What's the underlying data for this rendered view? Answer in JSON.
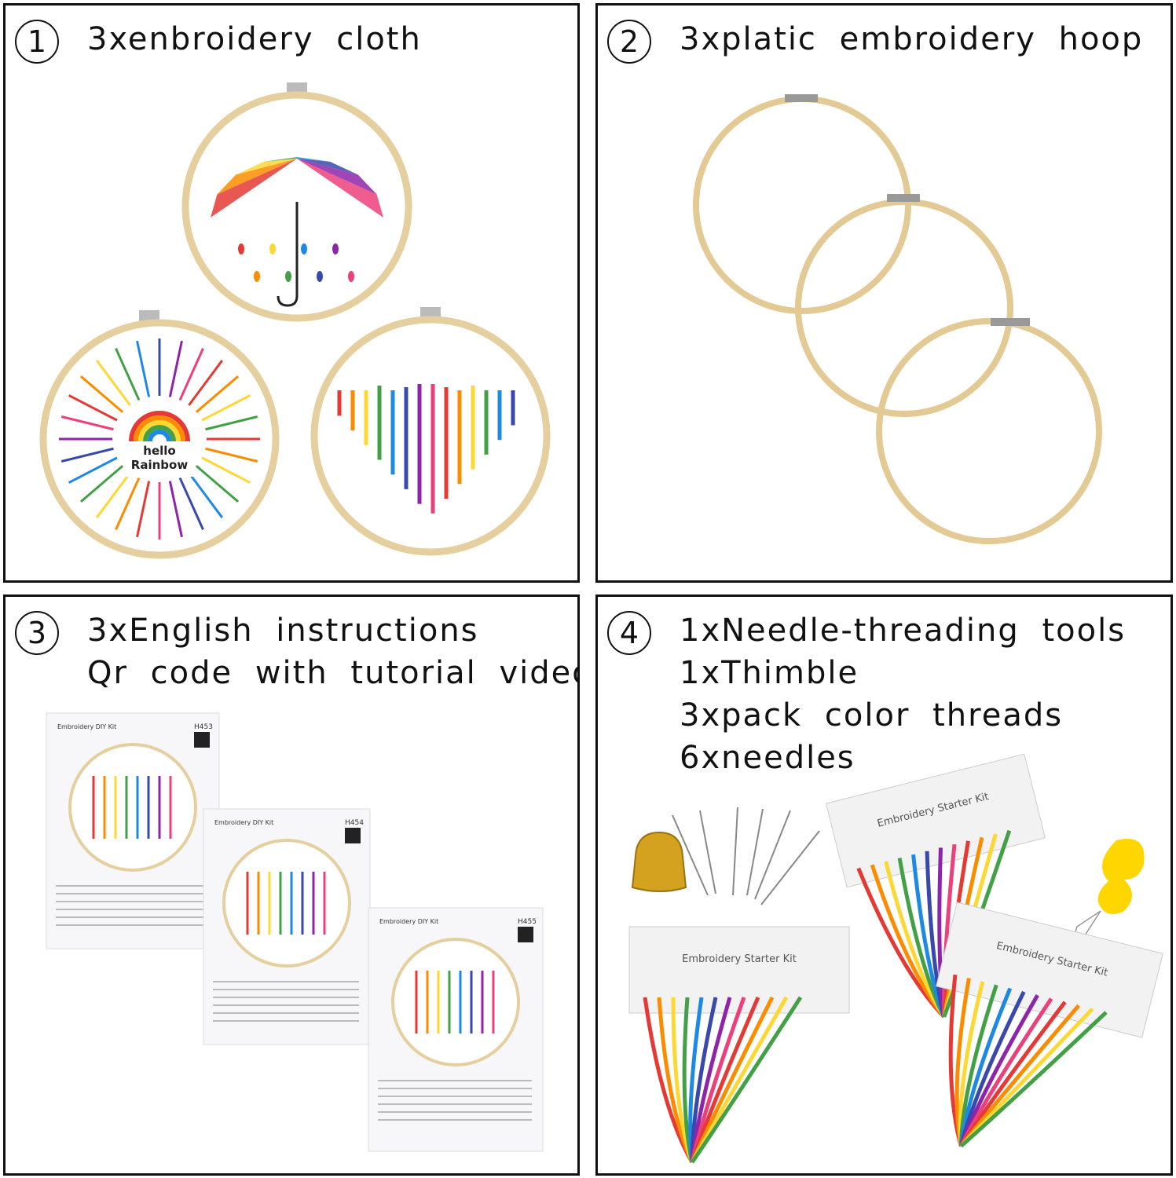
{
  "panels": [
    {
      "number": "1",
      "lines": [
        "3xenbroidery cloth"
      ],
      "hoop_text": [
        "hello",
        "Rainbow"
      ]
    },
    {
      "number": "2",
      "lines": [
        "3xplatic embroidery hoop"
      ]
    },
    {
      "number": "3",
      "lines": [
        "3xEnglish instructions",
        "Qr code with tutorial video"
      ],
      "sheets": [
        {
          "title": "Embroidery DIY Kit",
          "code": "H453"
        },
        {
          "title": "Embroidery DIY Kit",
          "code": "H454"
        },
        {
          "title": "Embroidery DIY Kit",
          "code": "H455"
        }
      ]
    },
    {
      "number": "4",
      "lines": [
        "1xNeedle-threading tools",
        "1xThimble",
        "3xpack color threads",
        "6xneedles"
      ],
      "card_label": "Embroidery Starter Kit"
    }
  ],
  "colors": {
    "border": "#111111",
    "hoop": "#e6cf9f",
    "rainbow": [
      "#e53935",
      "#fb8c00",
      "#fdd835",
      "#43a047",
      "#1e88e5",
      "#3949ab",
      "#8e24aa",
      "#ec407a"
    ]
  }
}
